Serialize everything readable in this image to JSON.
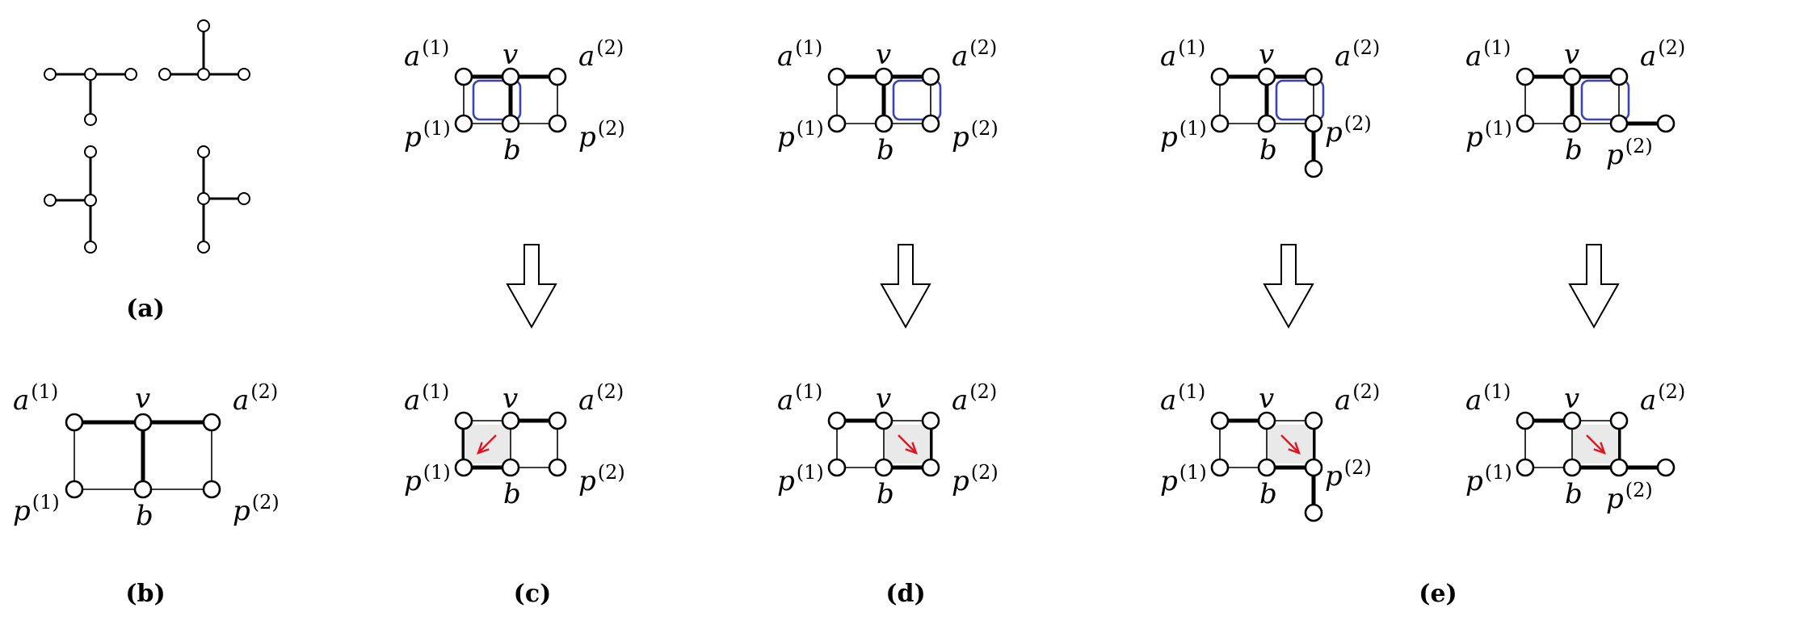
{
  "captions": [
    "(a)",
    "(b)",
    "(c)",
    "(d)",
    "(e)"
  ],
  "labels": {
    "a1_base": "a",
    "a1_sup": "(1)",
    "a2_base": "a",
    "a2_sup": "(2)",
    "p1_base": "p",
    "p1_sup": "(1)",
    "p2_base": "p",
    "p2_sup": "(2)",
    "v": "v",
    "b": "b"
  },
  "colors": {
    "ink": "#000000",
    "blue_frame": "#3a44b8",
    "red_arrow": "#e0141e",
    "arrow_shade": "#e9e9e9"
  }
}
